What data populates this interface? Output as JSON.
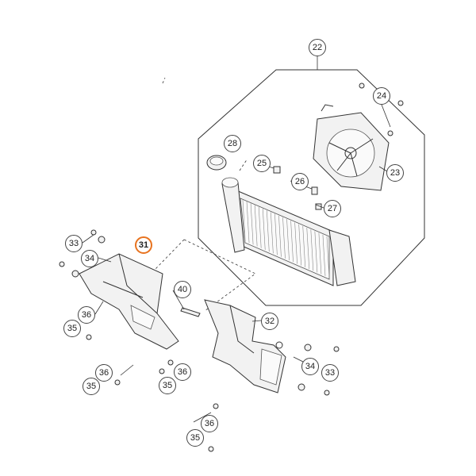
{
  "callouts": [
    {
      "id": "c22",
      "label": "22"
    },
    {
      "id": "c24",
      "label": "24"
    },
    {
      "id": "c28",
      "label": "28"
    },
    {
      "id": "c25",
      "label": "25"
    },
    {
      "id": "c23",
      "label": "23"
    },
    {
      "id": "c26",
      "label": "26"
    },
    {
      "id": "c27",
      "label": "27"
    },
    {
      "id": "c33a",
      "label": "33"
    },
    {
      "id": "c34a",
      "label": "34"
    },
    {
      "id": "c31",
      "label": "31",
      "highlighted": true
    },
    {
      "id": "c40",
      "label": "40"
    },
    {
      "id": "c36a",
      "label": "36"
    },
    {
      "id": "c35a",
      "label": "35"
    },
    {
      "id": "c32",
      "label": "32"
    },
    {
      "id": "c36b",
      "label": "36"
    },
    {
      "id": "c36c",
      "label": "36"
    },
    {
      "id": "c35b",
      "label": "35"
    },
    {
      "id": "c35c",
      "label": "35"
    },
    {
      "id": "c34b",
      "label": "34"
    },
    {
      "id": "c33b",
      "label": "33"
    },
    {
      "id": "c36d",
      "label": "36"
    },
    {
      "id": "c35d",
      "label": "35"
    }
  ],
  "colors": {
    "highlight": "#e8731f",
    "line": "#333333"
  }
}
